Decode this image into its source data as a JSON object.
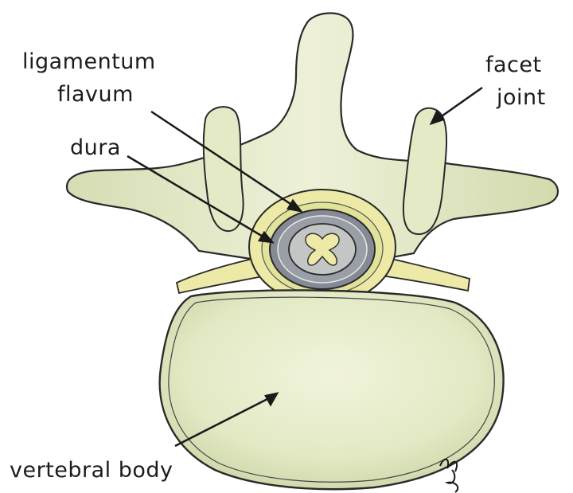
{
  "labels": {
    "ligamentum_flavum_line1": "ligamentum",
    "ligamentum_flavum_line2": "flavum",
    "dura": "dura",
    "facet_joint_line1": "facet",
    "facet_joint_line2": "joint",
    "vertebral_body": "vertebral body"
  },
  "colors": {
    "bone": "#e6ebc9",
    "bone_shade": "#c9d2a6",
    "ligament": "#ede9a6",
    "dura": "#8a8e98",
    "cord": "#c3c4c4",
    "outline": "#2a2a2a"
  }
}
